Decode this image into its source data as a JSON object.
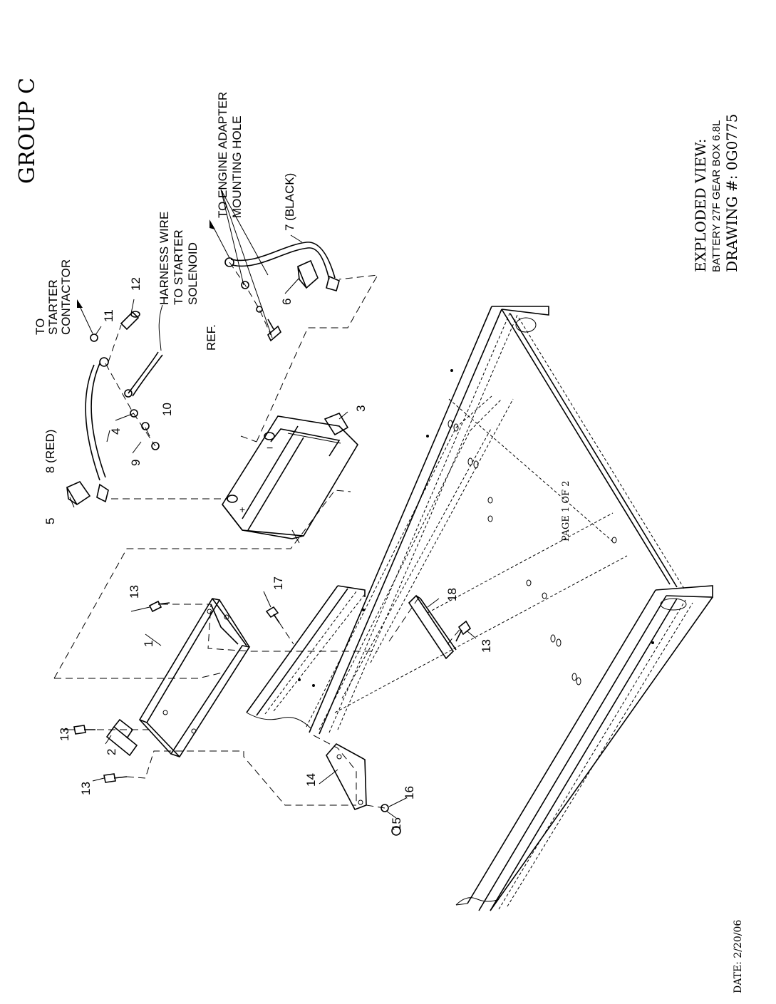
{
  "header": {
    "group": "GROUP C"
  },
  "footer": {
    "page": "PAGE 1 OF 2",
    "date": "DATE:  2/20/06"
  },
  "title_block": {
    "line1": "EXPLODED VIEW:",
    "line2": "BATTERY 27F GEAR BOX 6.8L",
    "line3": "DRAWING #: 0G0775"
  },
  "notes": {
    "starter_contactor": [
      "TO",
      "STARTER",
      "CONTACTOR"
    ],
    "harness_wire": [
      "HARNESS WIRE",
      "TO STARTER",
      "SOLENOID"
    ],
    "engine_adapter": [
      "TO ENGINE ADAPTER",
      "MOUNTING HOLE"
    ],
    "ref": "REF."
  },
  "parts": {
    "p1": "1",
    "p2": "2",
    "p3": "3",
    "p4": "4",
    "p5": "5",
    "p6": "6",
    "p7": "7 (BLACK)",
    "p8": "8 (RED)",
    "p9": "9",
    "p10": "10",
    "p11": "11",
    "p12": "12",
    "p13a": "13",
    "p13b": "13",
    "p13c": "13",
    "p13d": "13",
    "p14": "14",
    "p15": "15",
    "p16": "16",
    "p17": "17",
    "p18": "18"
  },
  "terminals": {
    "plus": "+",
    "minus": "−"
  }
}
